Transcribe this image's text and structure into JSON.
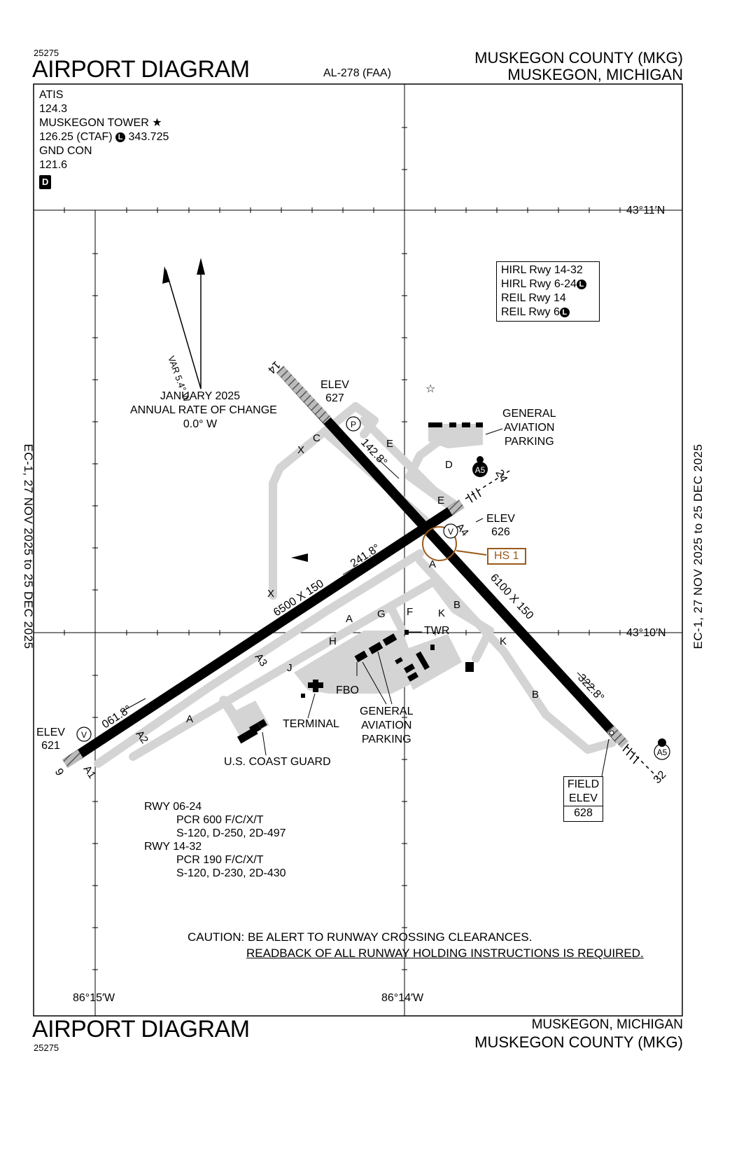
{
  "header": {
    "volume_top": "25275",
    "title_top": "AIRPORT DIAGRAM",
    "al_number": "AL-278 (FAA)",
    "airport_name_top": "MUSKEGON COUNTY (MKG)",
    "city_top": "MUSKEGON, MICHIGAN"
  },
  "footer": {
    "title_bottom": "AIRPORT DIAGRAM",
    "volume_bottom": "25275",
    "city_bottom": "MUSKEGON, MICHIGAN",
    "airport_name_bottom": "MUSKEGON COUNTY (MKG)"
  },
  "side": {
    "left": "EC-1,  27 NOV 2025  to  25 DEC 2025",
    "right": "EC-1,  27 NOV 2025  to  25 DEC 2025"
  },
  "frequencies": {
    "atis_label": "ATIS",
    "atis_freq": "124.3",
    "tower_label": "MUSKEGON TOWER",
    "tower_freq_ctaf": "126.25 (CTAF)",
    "tower_freq_mil": "343.725",
    "gnd_label": "GND CON",
    "gnd_freq": "121.6",
    "d_badge": "D",
    "l_badge": "L"
  },
  "lighting": {
    "lines": [
      "HIRL Rwy 14-32",
      "HIRL Rwy 6-24",
      "REIL Rwy 14",
      "REIL Rwy 6"
    ],
    "badge_lines": [
      1,
      3
    ]
  },
  "coordinates": {
    "lat_top": "43°11′N",
    "lat_bottom": "43°10′N",
    "lon_left": "86°15′W",
    "lon_right": "86°14′W"
  },
  "magnetic": {
    "var": "VAR 5.4° W",
    "change_line1": "JANUARY 2025",
    "change_line2": "ANNUAL RATE OF CHANGE",
    "change_line3": "0.0° W"
  },
  "runways": {
    "rwy14_label": "14",
    "rwy32_label": "32",
    "rwy6_label": "6",
    "rwy24_label": "24",
    "dim_14_32": "6100 X 150",
    "dim_6_24": "6500 X 150",
    "hdg_142": "142.8°",
    "hdg_322": "322.8°",
    "hdg_061": "061.8°",
    "hdg_241": "241.8°"
  },
  "elevations": {
    "elev_label": "ELEV",
    "elev_14": "627",
    "elev_24": "626",
    "elev_6": "621",
    "field_label1": "FIELD",
    "field_label2": "ELEV",
    "field_value": "628"
  },
  "taxiways": [
    "X",
    "C",
    "E",
    "D",
    "E",
    "A4",
    "A",
    "F",
    "G",
    "K",
    "B",
    "K",
    "B",
    "H",
    "J",
    "A",
    "A3",
    "A2",
    "A1",
    "A",
    "X"
  ],
  "facilities": {
    "ga_parking_ne": [
      "GENERAL",
      "AVIATION",
      "PARKING"
    ],
    "ga_parking_s": [
      "GENERAL",
      "AVIATION",
      "PARKING"
    ],
    "twr": "TWR",
    "fbo": "FBO",
    "terminal": "TERMINAL",
    "coast_guard": "U.S. COAST GUARD",
    "hotspot": "HS 1",
    "a5": "A5",
    "v": "V",
    "p": "P"
  },
  "pcr": {
    "rwy1_label": "RWY 06-24",
    "rwy1_line1": "PCR 600 F/C/X/T",
    "rwy1_line2": "S-120, D-250, 2D-497",
    "rwy2_label": "RWY 14-32",
    "rwy2_line1": "PCR 190 F/C/X/T",
    "rwy2_line2": "S-120, D-230, 2D-430"
  },
  "caution": {
    "line1": "CAUTION: BE ALERT TO RUNWAY CROSSING CLEARANCES.",
    "line2": "READBACK OF ALL RUNWAY HOLDING INSTRUCTIONS IS REQUIRED."
  },
  "colors": {
    "hotspot": "#9a5a1a",
    "taxiway": "#d4d4d4",
    "runway": "#000000"
  }
}
